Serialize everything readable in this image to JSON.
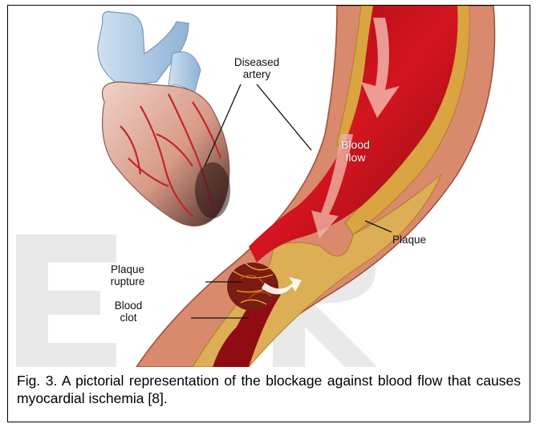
{
  "figure": {
    "labels": {
      "diseased_artery": [
        "Diseased",
        "artery"
      ],
      "blood_flow": [
        "Blood",
        "flow"
      ],
      "plaque": "Plaque",
      "plaque_rupture": [
        "Plaque",
        "rupture"
      ],
      "blood_clot": [
        "Blood",
        "clot"
      ]
    },
    "caption": "Fig. 3. A pictorial representation of the blockage against blood flow that causes myocardial ischemia [8]."
  },
  "colors": {
    "artery_wall": "#d97a5f",
    "blood": "#c8101a",
    "plaque": "#d9a441",
    "watermark": "#e6e6e6"
  }
}
